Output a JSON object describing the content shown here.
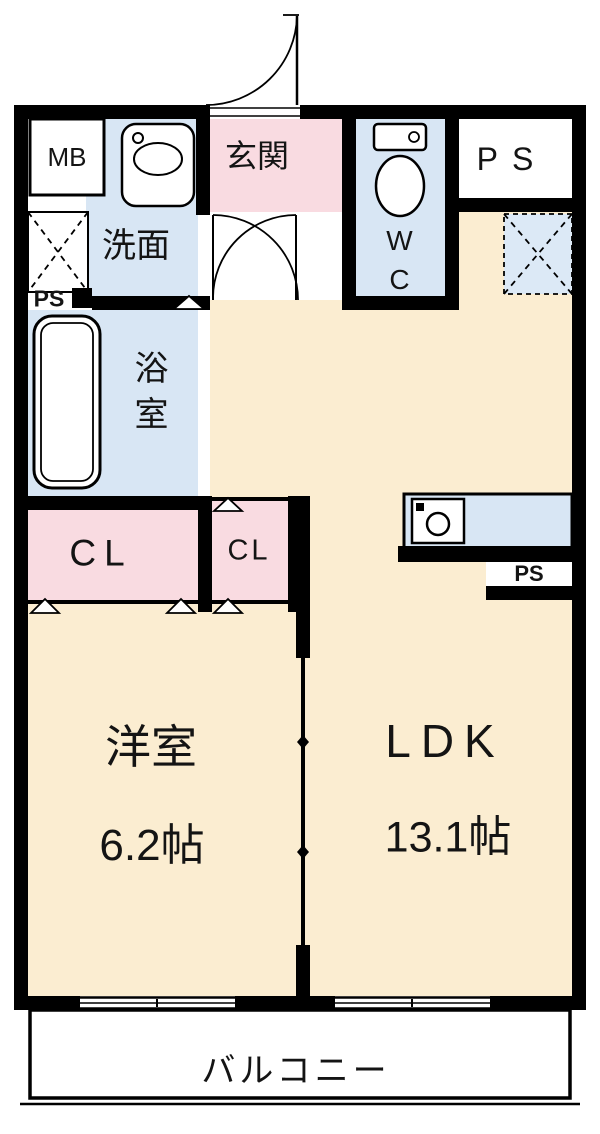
{
  "labels": {
    "mb": "MB",
    "senmen": "洗面",
    "genkan": "玄関",
    "wc": "WC",
    "ps_top": "PS",
    "ps_left": "PS",
    "yokushitsu": "浴室",
    "cl_left": "CL",
    "cl_right": "CL",
    "ps_kitchen": "PS",
    "youshitsu": "洋室",
    "youshitsu_size": "6.2帖",
    "ldk": "LDK",
    "ldk_size": "13.1帖",
    "balcony": "バルコニー"
  },
  "colors": {
    "room": "#FBEDD1",
    "wet": "#D8E6F4",
    "wet2": "#DCE9F6",
    "closet": "#F9DBE1",
    "wall": "#000000"
  },
  "icons": {
    "sink": "sink-icon",
    "toilet": "toilet-icon",
    "bathtub": "bathtub-icon",
    "stove": "stove-icon"
  }
}
